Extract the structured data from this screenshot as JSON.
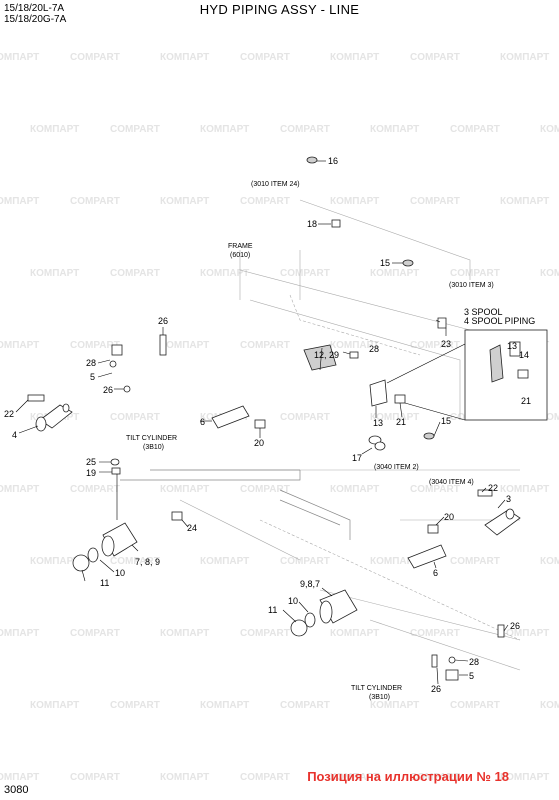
{
  "header": {
    "models": [
      "15/18/20L-7A",
      "15/18/20G-7A"
    ],
    "title": "HYD PIPING ASSY - LINE"
  },
  "watermark": {
    "words": [
      "КОМПАРТ",
      "COMPART"
    ]
  },
  "callouts": {
    "c16": "16",
    "c18a": "18",
    "c15a": "15",
    "c26a": "26",
    "c28a": "28",
    "c5a": "5",
    "c26b": "26",
    "c22a": "22",
    "c4": "4",
    "c28b": "28",
    "c12_29": "12, 29",
    "c23": "23",
    "c13a": "13",
    "c14": "14",
    "c13b": "13",
    "c21a": "21",
    "c21b": "21",
    "c6a": "6",
    "c20a": "20",
    "c15b": "15",
    "c17": "17",
    "c25": "25",
    "c19": "19",
    "c24": "24",
    "c7_8_9": "7, 8, 9",
    "c10a": "10",
    "c11a": "11",
    "c22b": "22",
    "c3": "3",
    "c20b": "20",
    "c6b": "6",
    "c9_8_7": "9,8,7",
    "c10b": "10",
    "c11b": "11",
    "c26c": "26",
    "c28c": "28",
    "c5b": "5",
    "c26d": "26"
  },
  "notes": {
    "n3010_24": "(3010 ITEM 24)",
    "frame_l1": "FRAME",
    "frame_l2": "(6010)",
    "n3010_3": "(3010 ITEM 3)",
    "spool_l1": "3 SPOOL",
    "spool_l2": "4 SPOOL PIPING",
    "tilt1_l1": "TILT CYLINDER",
    "tilt1_l2": "(3B10)",
    "n3040_2": "(3040 ITEM 2)",
    "n3040_4": "(3040 ITEM 4)",
    "tilt2_l1": "TILT CYLINDER",
    "tilt2_l2": "(3B10)"
  },
  "footer": {
    "page_number": "3080",
    "position_note": "Позиция на иллюстрации № 18"
  },
  "colors": {
    "position_note": "#e8322c",
    "watermark": "#e4e4e4"
  }
}
